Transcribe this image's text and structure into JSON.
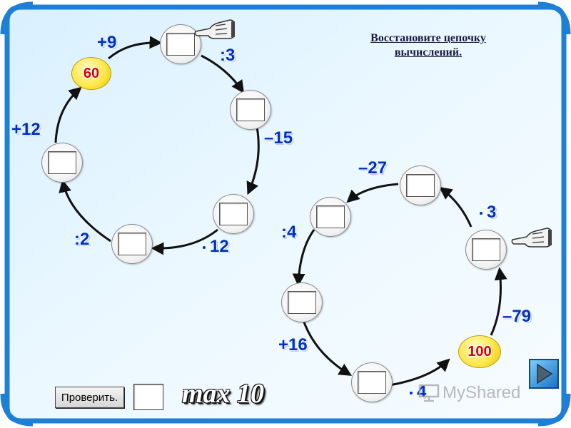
{
  "title": {
    "line1": "Восстановите цепочку",
    "line2": "вычислений."
  },
  "chain_a": {
    "start_value": "60",
    "operations": [
      "+9",
      ":3",
      "–15",
      "12",
      ":2",
      "+12"
    ]
  },
  "chain_b": {
    "start_value": "100",
    "operations": [
      "–79",
      "3",
      "–27",
      ":4",
      "+16",
      "4"
    ]
  },
  "footer": {
    "check_label": "Проверить.",
    "max_label": "max 10"
  },
  "watermark": {
    "text": "MyShared"
  },
  "icons": {
    "pointer": "pointing-hand-icon",
    "next": "next-arrow-icon"
  },
  "colors": {
    "operation_text": "#0030c0",
    "start_node_fill": "#ffe84a",
    "start_node_text": "#d40000",
    "frame": "#1e7fd6",
    "background_top": "#dff2ff",
    "background_bottom": "#f4fbff"
  }
}
